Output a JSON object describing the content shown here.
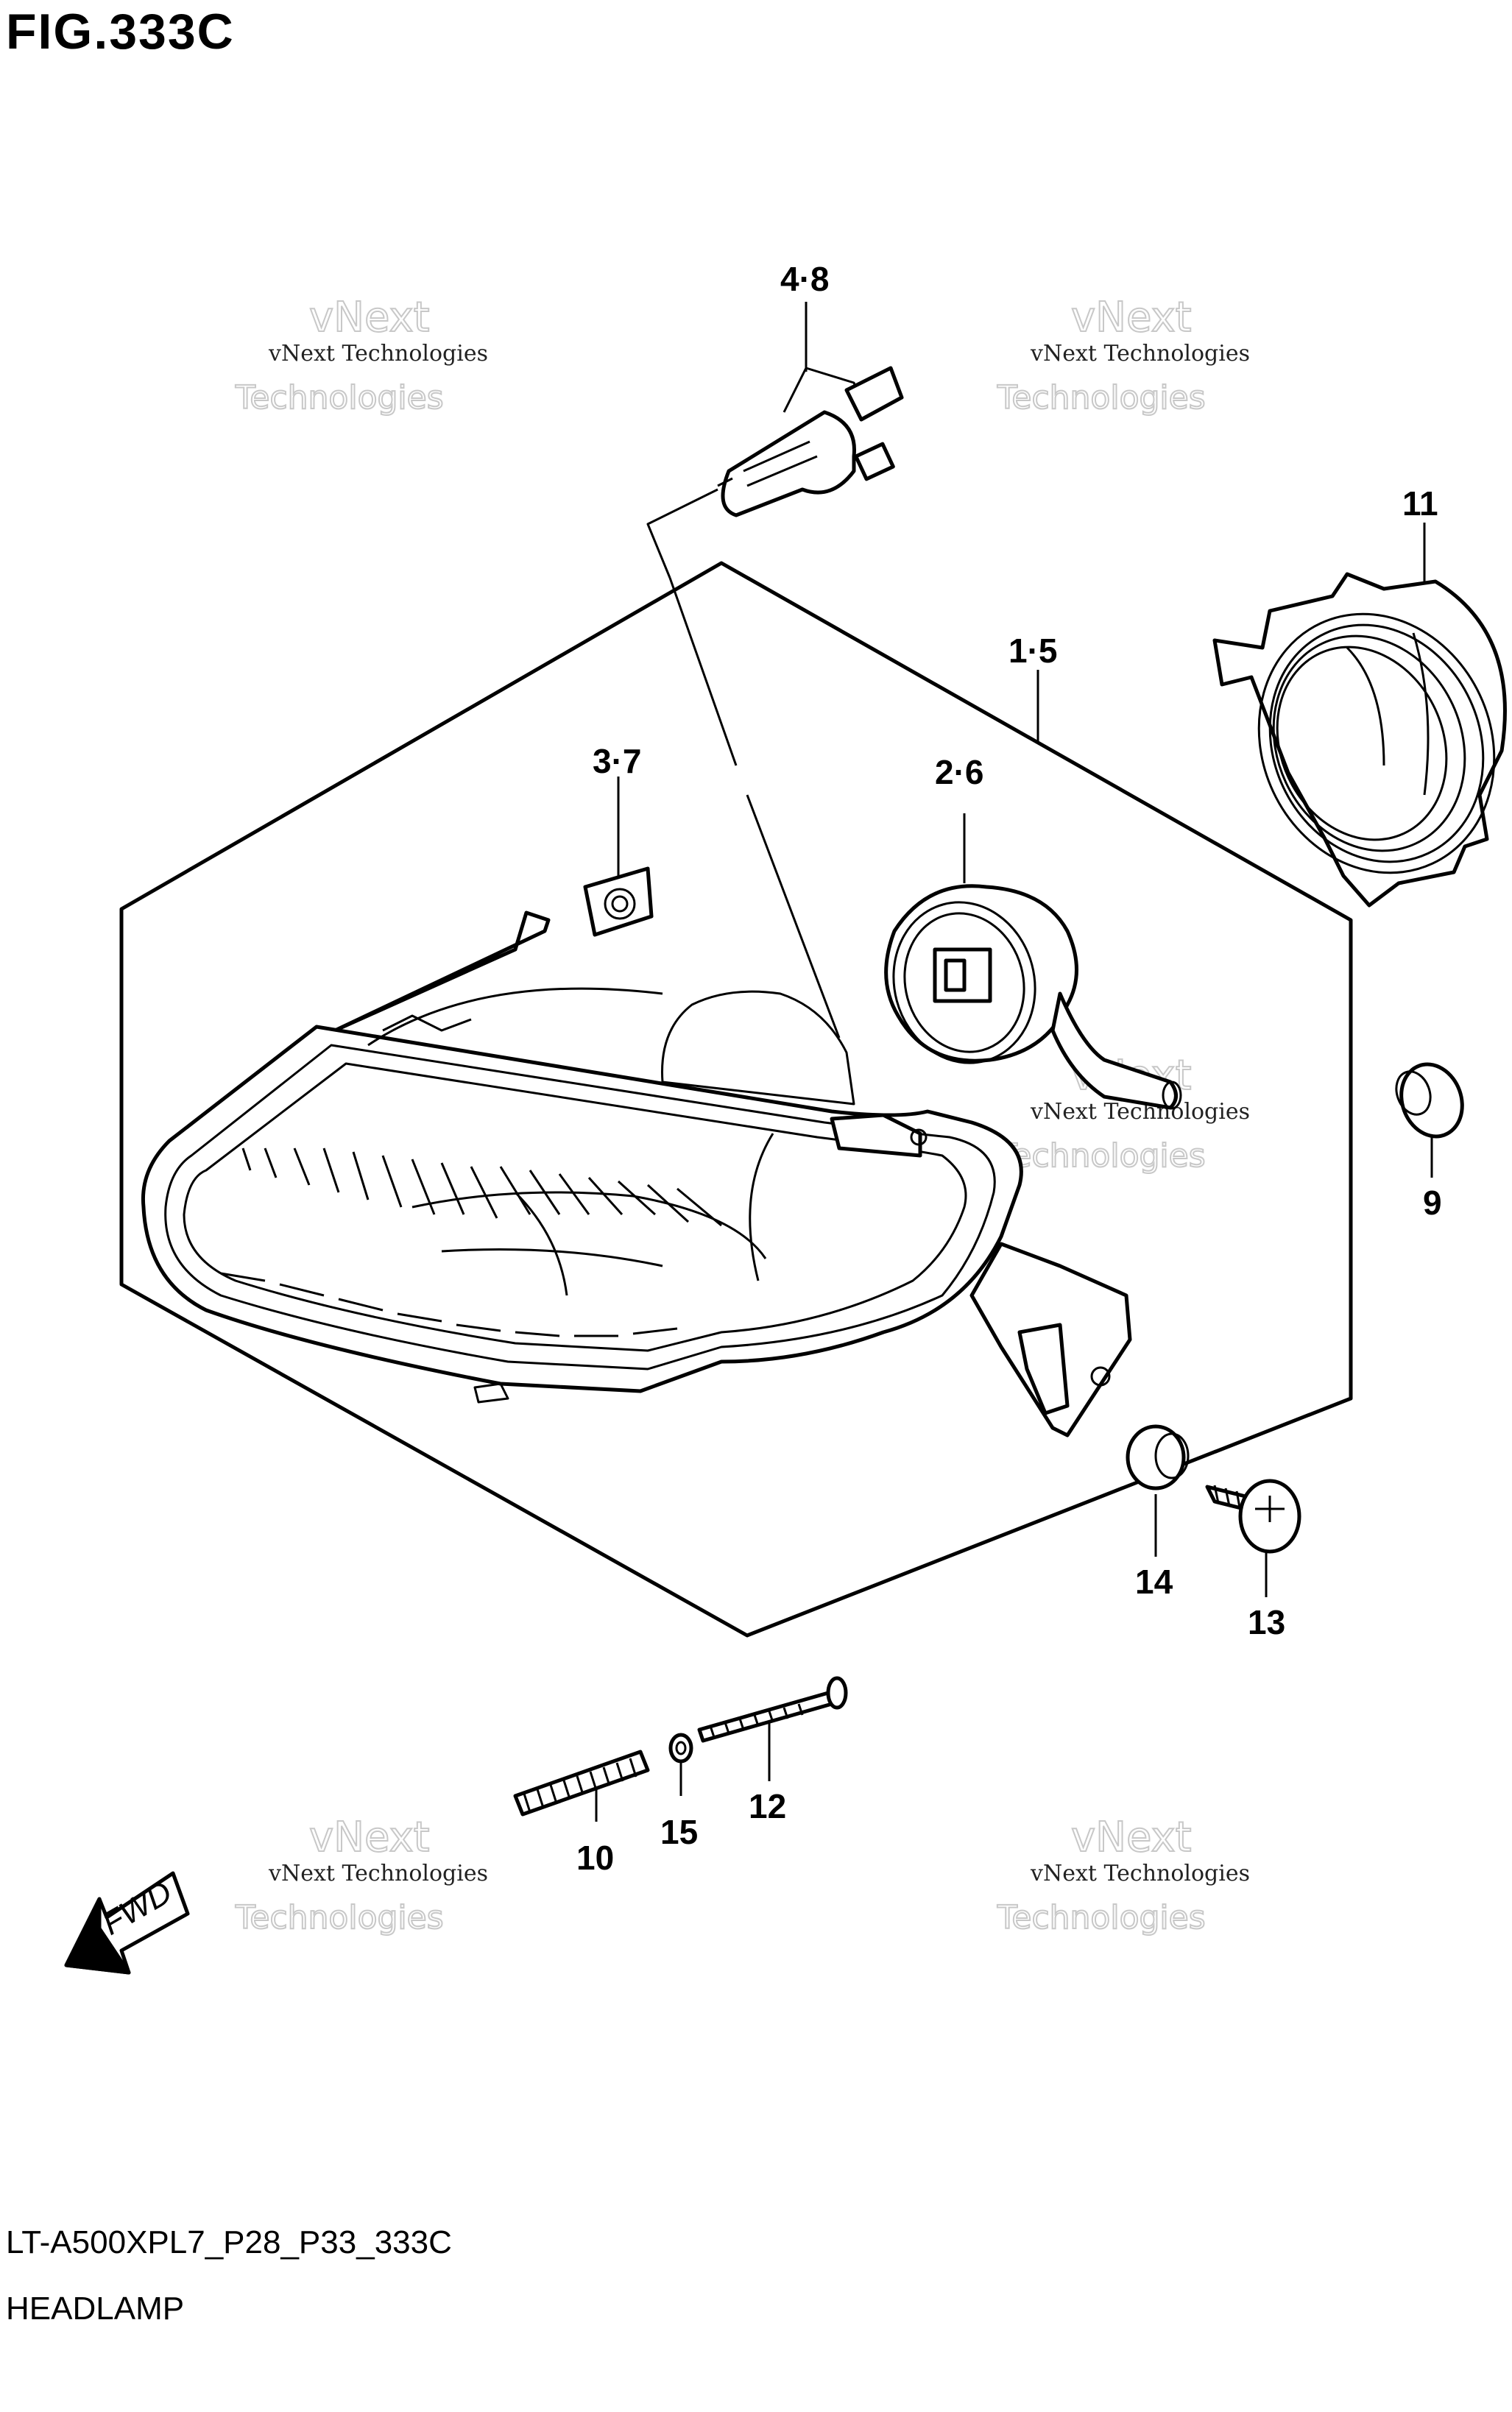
{
  "figure": {
    "title": "FIG.333C",
    "code": "LT-A500XPL7_P28_P33_333C",
    "name": "HEADLAMP"
  },
  "callouts": [
    {
      "id": "4-8",
      "label": "4·8"
    },
    {
      "id": "11",
      "label": "11"
    },
    {
      "id": "1-5",
      "label": "1·5"
    },
    {
      "id": "3-7",
      "label": "3·7"
    },
    {
      "id": "2-6",
      "label": "2·6"
    },
    {
      "id": "9",
      "label": "9"
    },
    {
      "id": "14",
      "label": "14"
    },
    {
      "id": "13",
      "label": "13"
    },
    {
      "id": "12",
      "label": "12"
    },
    {
      "id": "15",
      "label": "15"
    },
    {
      "id": "10",
      "label": "10"
    }
  ],
  "watermark": {
    "small": "vNext Technologies",
    "large_top": "vNext",
    "large_bottom": "Technologies"
  },
  "direction_marker": {
    "text": "FWD",
    "icon": "forward-arrow-icon"
  }
}
